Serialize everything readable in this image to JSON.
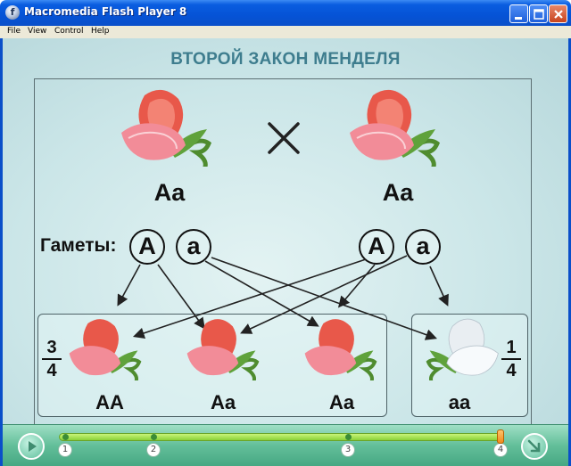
{
  "window": {
    "title": "Macromedia Flash Player 8",
    "icon": "flash-player-icon",
    "app_icon_glyph": "f",
    "buttons": [
      "minimize-icon",
      "maximize-icon",
      "close-icon"
    ]
  },
  "menubar": {
    "items": [
      "File",
      "View",
      "Control",
      "Help"
    ]
  },
  "slide": {
    "heading": "ВТОРОЙ ЗАКОН МЕНДЕЛЯ",
    "parents": {
      "left_genotype": "Aa",
      "right_genotype": "Aa",
      "cross_icon": "cross-icon"
    },
    "gametes": {
      "label": "Гаметы:",
      "left": [
        "A",
        "a"
      ],
      "right": [
        "A",
        "a"
      ]
    },
    "offspring": {
      "labels": [
        "AA",
        "Aa",
        "Aa",
        "aa"
      ],
      "dominant_fraction": {
        "numerator": "3",
        "denominator": "4"
      },
      "recessive_fraction": {
        "numerator": "1",
        "denominator": "4"
      }
    },
    "colors": {
      "heading": "#3e7d8e",
      "red_flower": "#e8584a",
      "white_flower": "#e9eef2",
      "leaf": "#4f8c2f"
    }
  },
  "player": {
    "steps": [
      "1",
      "2",
      "3",
      "4"
    ],
    "current_step": "4",
    "progress": 1.0
  }
}
